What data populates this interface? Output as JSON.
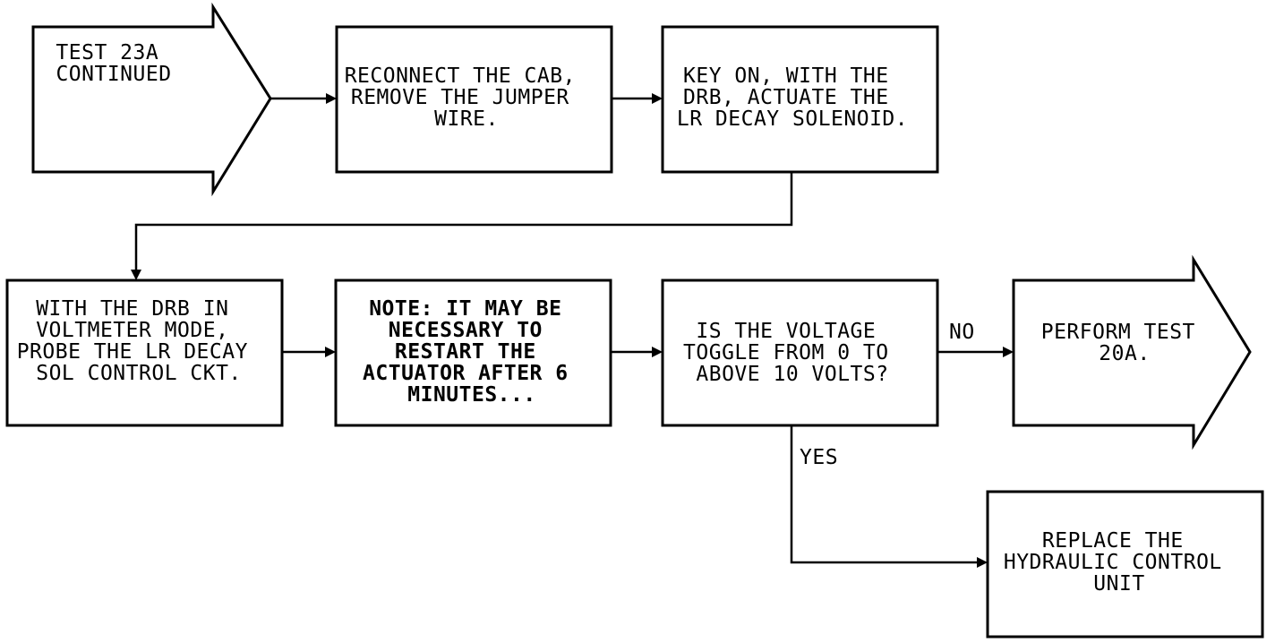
{
  "nodes": {
    "start": {
      "lines": [
        "TEST 23A",
        "CONTINUED"
      ]
    },
    "reconnect": {
      "lines": [
        "RECONNECT THE CAB,",
        "REMOVE THE JUMPER",
        "WIRE."
      ]
    },
    "key_on": {
      "lines": [
        "KEY ON, WITH THE",
        "DRB, ACTUATE THE",
        "LR DECAY SOLENOID."
      ]
    },
    "probe": {
      "lines": [
        "WITH THE DRB IN",
        "VOLTMETER MODE,",
        "PROBE THE LR DECAY",
        "SOL CONTROL CKT."
      ]
    },
    "note": {
      "lines": [
        "NOTE: IT MAY BE",
        "NECESSARY TO",
        "RESTART THE",
        "ACTUATOR AFTER 6",
        "MINUTES..."
      ]
    },
    "question": {
      "lines": [
        "IS THE VOLTAGE",
        "TOGGLE FROM 0 TO",
        "ABOVE 10 VOLTS?"
      ]
    },
    "perform": {
      "lines": [
        "PERFORM TEST",
        "20A."
      ]
    },
    "replace": {
      "lines": [
        "REPLACE THE",
        "HYDRAULIC CONTROL",
        "UNIT"
      ]
    }
  },
  "branches": {
    "no_label": "NO",
    "yes_label": "YES"
  }
}
